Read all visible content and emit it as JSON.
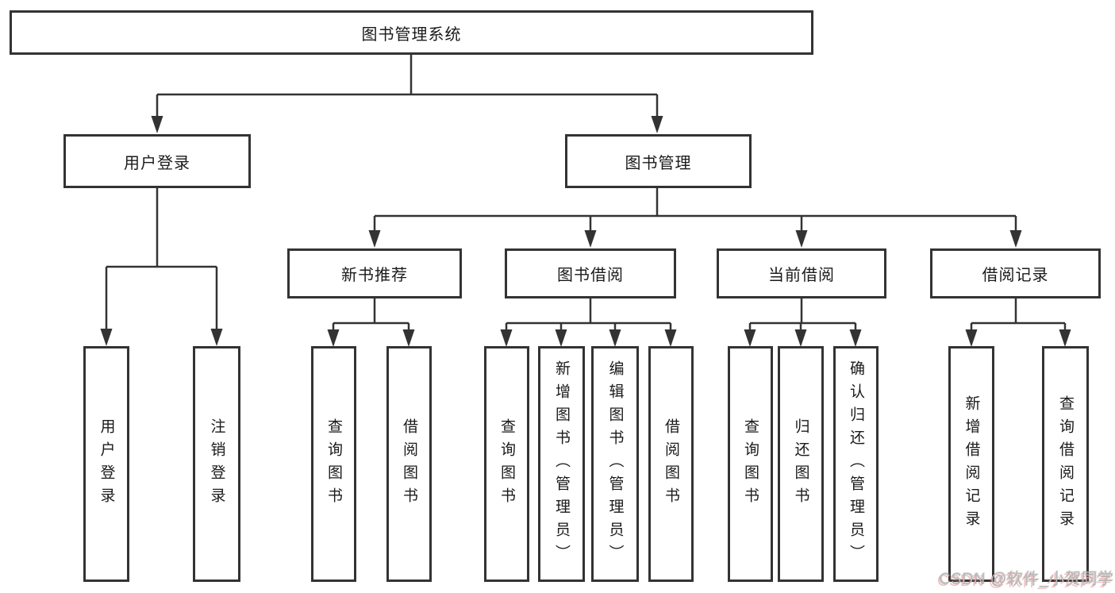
{
  "diagram": {
    "type": "hierarchy-tree",
    "root": {
      "label": "图书管理系统"
    },
    "level2": [
      {
        "label": "用户登录",
        "parent": "图书管理系统"
      },
      {
        "label": "图书管理",
        "parent": "图书管理系统"
      }
    ],
    "level3": [
      {
        "label": "新书推荐",
        "parent": "图书管理"
      },
      {
        "label": "图书借阅",
        "parent": "图书管理"
      },
      {
        "label": "当前借阅",
        "parent": "图书管理"
      },
      {
        "label": "借阅记录",
        "parent": "图书管理"
      }
    ],
    "leaves": [
      {
        "label": "用户登录",
        "parent": "用户登录"
      },
      {
        "label": "注销登录",
        "parent": "用户登录"
      },
      {
        "label": "查询图书",
        "parent": "新书推荐"
      },
      {
        "label": "借阅图书",
        "parent": "新书推荐"
      },
      {
        "label": "查询图书",
        "parent": "图书借阅"
      },
      {
        "label": "新增图书（管理员）",
        "parent": "图书借阅"
      },
      {
        "label": "编辑图书（管理员）",
        "parent": "图书借阅"
      },
      {
        "label": "借阅图书",
        "parent": "图书借阅"
      },
      {
        "label": "查询图书",
        "parent": "当前借阅"
      },
      {
        "label": "归还图书",
        "parent": "当前借阅"
      },
      {
        "label": "确认归还（管理员）",
        "parent": "当前借阅"
      },
      {
        "label": "新增借阅记录",
        "parent": "借阅记录"
      },
      {
        "label": "查询借阅记录",
        "parent": "借阅记录"
      }
    ],
    "colors": {
      "line": "#333333",
      "box_border": "#333333",
      "box_fill": "#ffffff",
      "text": "#1a1a1a",
      "watermark_gray": "#b9b9b9",
      "watermark_red": "#de6e6e"
    },
    "watermark": {
      "text": "CSDN @软件_小贺同学"
    }
  }
}
